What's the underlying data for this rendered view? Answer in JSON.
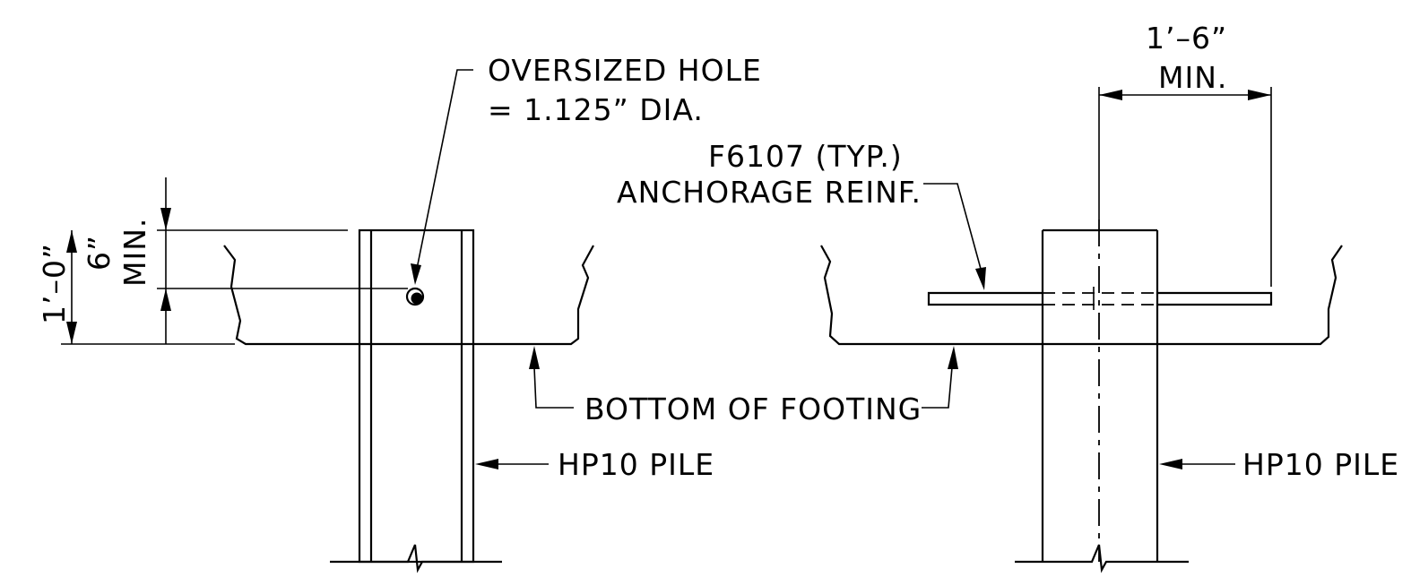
{
  "labels": {
    "oversized_hole_line1": "OVERSIZED HOLE",
    "oversized_hole_line2": "= 1.125” DIA.",
    "anchorage_line1": "F6107 (TYP.)",
    "anchorage_line2": "ANCHORAGE REINF.",
    "bottom_of_footing": "BOTTOM OF FOOTING",
    "hp10_pile_left": "HP10 PILE",
    "hp10_pile_right": "HP10 PILE",
    "dim_1ft_0in": "1’–0”",
    "dim_6in": "6”",
    "dim_6in_min": "MIN.",
    "dim_1ft_6in": "1’–6”",
    "dim_1ft_6in_min": "MIN."
  }
}
